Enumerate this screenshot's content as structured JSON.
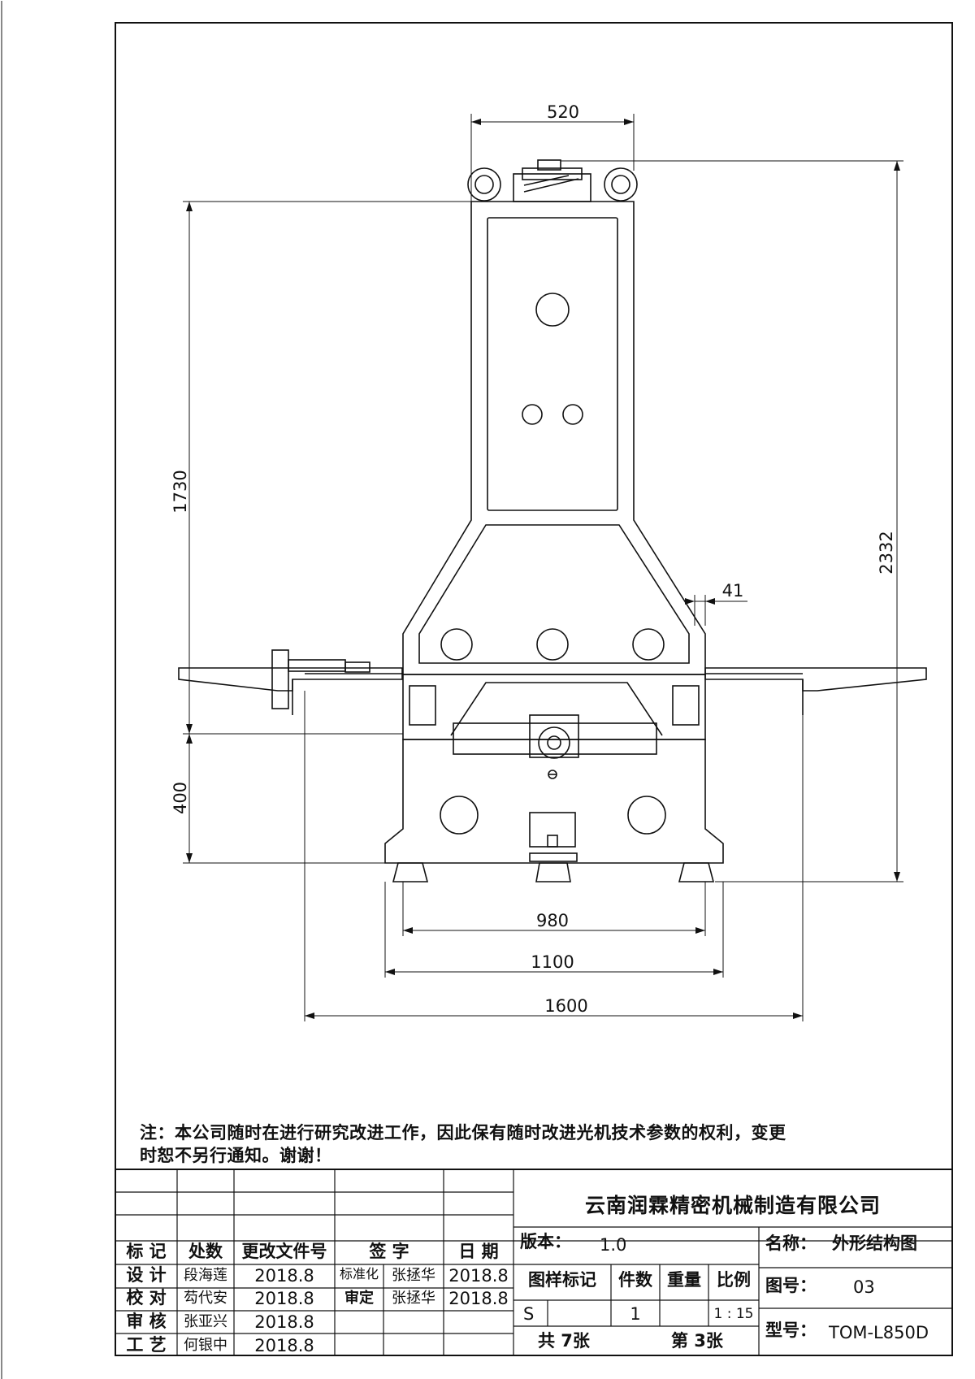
{
  "dimensions": {
    "top_width": "520",
    "column_height": "1730",
    "overall_height": "2332",
    "offset": "41",
    "base_height": "400",
    "inner_width": "980",
    "foot_width": "1100",
    "overall_width": "1600"
  },
  "note": {
    "line1": "注：本公司随时在进行研究改进工作，因此保有随时改进光机技术参数的权利，变更",
    "line2": "时恕不另行通知。谢谢！"
  },
  "title_block": {
    "company": "云南润霖精密机械制造有限公司",
    "headers": {
      "mark": "标 记",
      "places": "处数",
      "change_doc": "更改文件号",
      "signature": "签 字",
      "date": "日 期"
    },
    "rows": [
      {
        "role": "设 计",
        "name": "段海莲",
        "date": "2018.8"
      },
      {
        "role": "校 对",
        "name": "芶代安",
        "date": "2018.8"
      },
      {
        "role": "审 核",
        "name": "张亚兴",
        "date": "2018.8"
      },
      {
        "role": "工 艺",
        "name": "何银中",
        "date": "2018.8"
      }
    ],
    "approvals": [
      {
        "role": "标准化",
        "name": "张拯华",
        "date": "2018.8"
      },
      {
        "role": "审定",
        "name": "张拯华",
        "date": "2018.8"
      }
    ],
    "version_label": "版本：",
    "version": "1.0",
    "pattern_mark": "图样标记",
    "quantity": "件数",
    "weight": "重量",
    "scale_label": "比例",
    "pattern_value": "S",
    "quantity_value": "1",
    "scale_value": "1 : 15",
    "sheets_total": "共 7张",
    "sheet_no": "第 3张",
    "name_label": "名称：",
    "name_value": "外形结构图",
    "drawing_no_label": "图号：",
    "drawing_no": "03",
    "model_label": "型号：",
    "model": "TOM-L850D"
  }
}
